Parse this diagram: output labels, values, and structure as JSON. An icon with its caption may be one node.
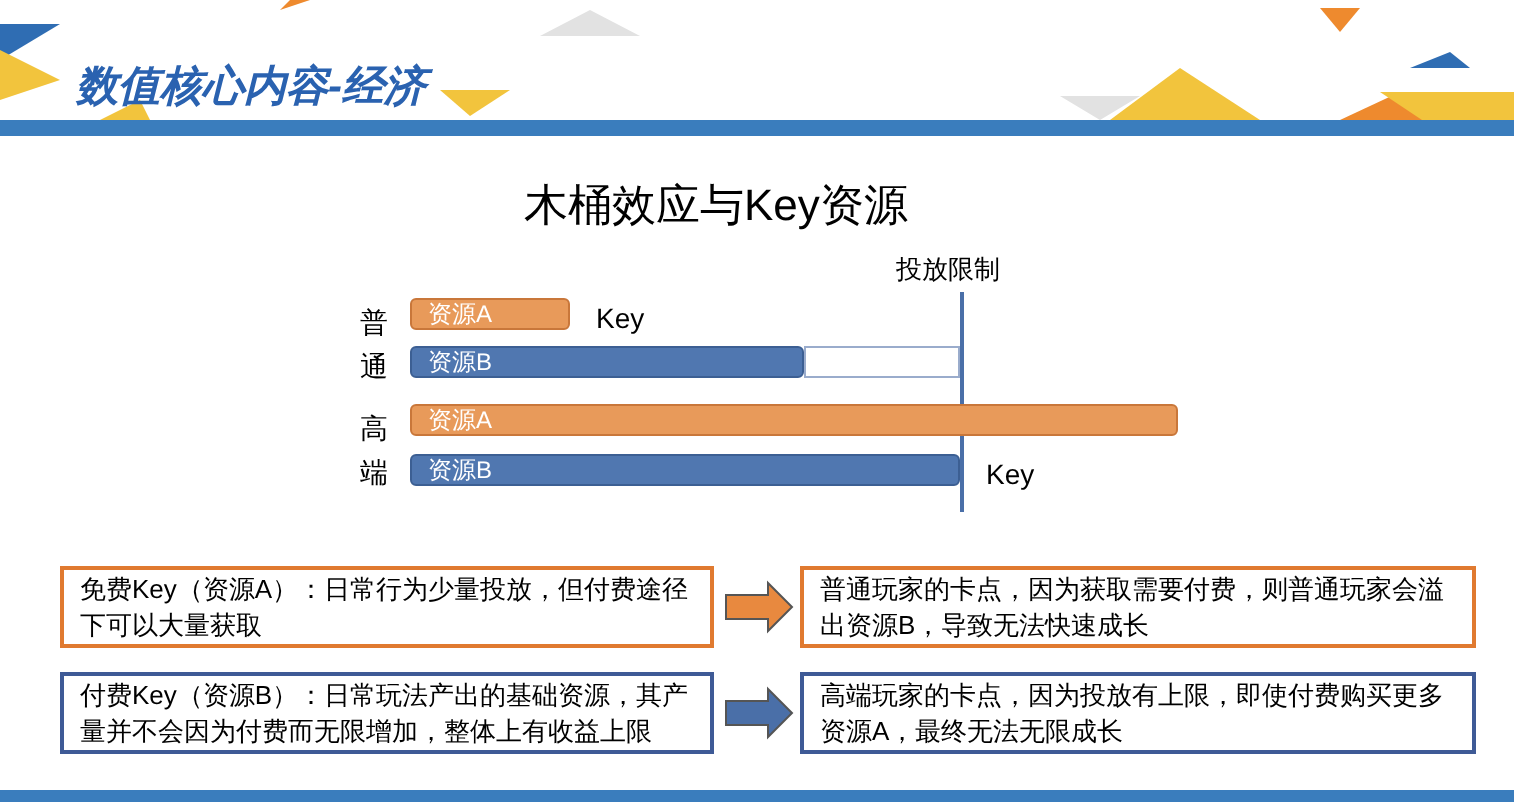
{
  "diagram": {
    "title": "数值核心内容-经济",
    "nodes": [
      {
        "text": [
          "资源A"
        ]
      },
      {
        "text": [
          "资源B"
        ]
      },
      {
        "text": [],
        "shape": "bar"
      },
      {
        "text": [
          "资源A"
        ]
      },
      {
        "text": [
          "资源B"
        ]
      },
      {
        "text": [
          "免费Key（资源A）：日常行为少量投放，但付费途径下可以大量获取"
        ]
      },
      {
        "text": [
          "普通玩家的卡点，因为获取需要付费，则普通玩家会溢出资源B，导致无法快速成长"
        ]
      },
      {
        "text": [
          "付费Key（资源B）：日常玩法产出的基础资源，其产量并不会因为付费而无限增加，整体上有收益上限"
        ]
      },
      {
        "text": [
          "高端玩家的卡点，因为投放有上限，即使付费购买更多资源A，最终无法无限成长"
        ]
      }
    ],
    "edges": [
      {
        "from": 5,
        "to": 6,
        "arrow": "to",
        "style": "thick",
        "color": "#e8893f"
      },
      {
        "from": 7,
        "to": 8,
        "arrow": "to",
        "style": "thick",
        "color": "#4a6fa8"
      }
    ],
    "labels": [
      "木桶效应与Key资源",
      "投放限制",
      "普通",
      "Key",
      "高端",
      "Key"
    ]
  }
}
